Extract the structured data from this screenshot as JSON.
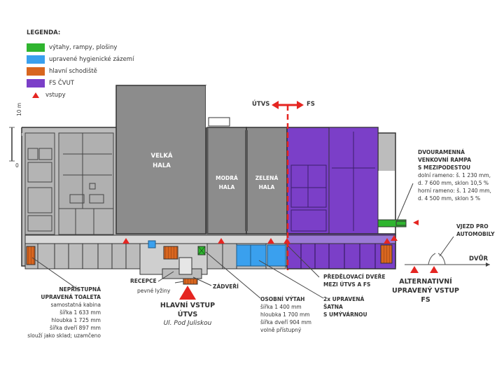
{
  "colors": {
    "lift": "#2fb52f",
    "hygiene": "#3aa0ee",
    "stairs": "#d8661f",
    "fs": "#7b3fc8",
    "entry": "#e52521",
    "hall": "#8c8c8c",
    "building": "#bcbcbc",
    "outline": "#333333"
  },
  "legend": {
    "title": "LEGENDA:",
    "items": [
      {
        "label": "výtahy, rampy, plošiny",
        "color": "#2fb52f",
        "icon": "color-swatch"
      },
      {
        "label": "upravené hygienické zázemí",
        "color": "#3aa0ee",
        "icon": "color-swatch"
      },
      {
        "label": "hlavní schodiště",
        "color": "#d8661f",
        "icon": "color-swatch"
      },
      {
        "label": "FS ČVUT",
        "color": "#7b3fc8",
        "icon": "color-swatch"
      },
      {
        "label": "vstupy",
        "color": "#e52521",
        "icon": "red-triangle-icon"
      }
    ]
  },
  "scale": {
    "top": "10 m",
    "bottom": "0"
  },
  "boundary": {
    "left": "ÚTVS",
    "right": "FS"
  },
  "halls": {
    "velka": [
      "VELKÁ",
      "HALA"
    ],
    "modra": [
      "MODRÁ",
      "HALA"
    ],
    "zelena": [
      "ZELENÁ",
      "HALA"
    ]
  },
  "annotations": {
    "ramp": {
      "title": [
        "DVOURAMENNÁ",
        "VENKOVNÍ RAMPA",
        "S MEZIPODESTOU"
      ],
      "details": [
        "dolní rameno: š. 1 230 mm,",
        "d. 7 600 mm, sklon 10,5 %",
        "horní rameno: š. 1 240 mm,",
        "d. 4 500 mm, sklon 5 %"
      ]
    },
    "car": [
      "VJEZD PRO",
      "AUTOMOBILY"
    ],
    "yard": "DVŮR",
    "alt_entry": [
      "ALTERNATIVNÍ",
      "UPRAVENÝ VSTUP",
      "FS"
    ],
    "doors": [
      "PŘEDĚLOVACÍ DVEŘE",
      "MEZI ÚTVS A FS"
    ],
    "changing": [
      "2x UPRAVENÁ",
      "ŠATNA",
      "S UMÝVÁRNOU"
    ],
    "lift": {
      "title": "OSOBNÍ VÝTAH",
      "details": [
        "šířka 1 400 mm",
        "hloubka 1 700 mm",
        "šířka dveří 904 mm",
        "volně přístupný"
      ]
    },
    "vestibule": "ZÁDVEŘÍ",
    "reception": "RECEPCE",
    "rails": "pevné lyžiny",
    "main_entry": {
      "title": [
        "HLAVNÍ VSTUP",
        "ÚTVS"
      ],
      "street": "Ul. Pod Juliskou"
    },
    "toilet": {
      "title": [
        "NEPŘÍSTUPNÁ",
        "UPRAVENÁ TOALETA"
      ],
      "details": [
        "samostatná kabina",
        "šířka 1 633 mm",
        "hloubka 1 725 mm",
        "šířka dveří 897 mm",
        "slouží jako sklad; uzamčeno"
      ]
    }
  }
}
